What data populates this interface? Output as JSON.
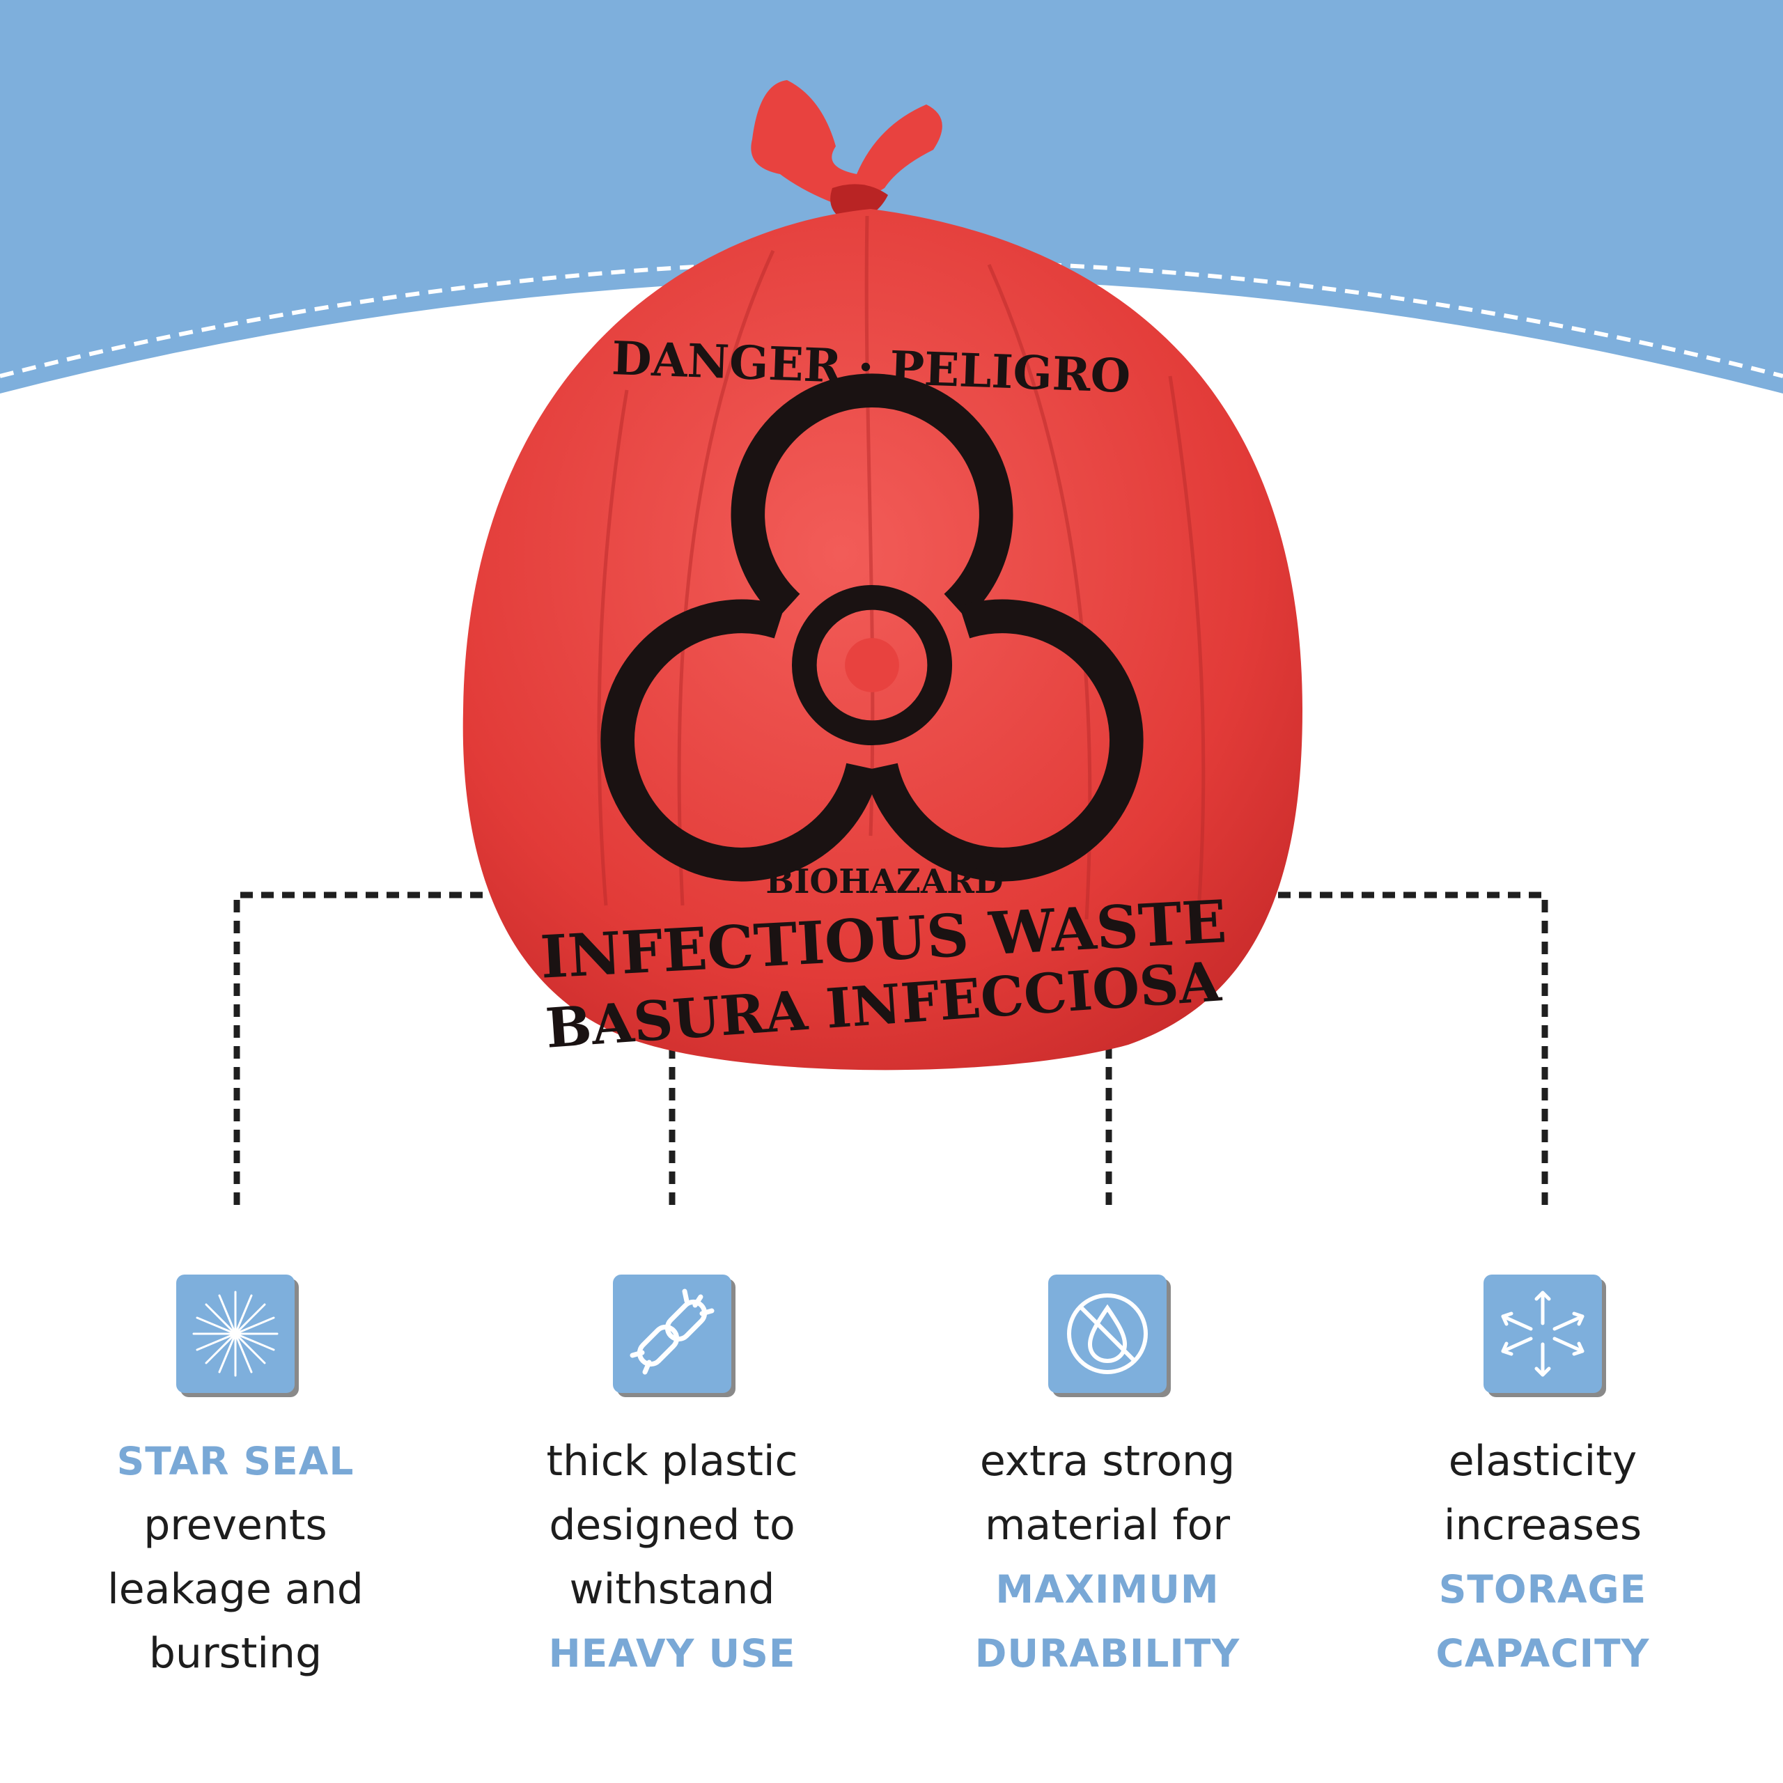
{
  "colors": {
    "sky": "#7eafdc",
    "bag": "#e8423f",
    "accent": "#79a8d6",
    "text": "#1d1d1d"
  },
  "bag": {
    "top_print": "DANGER · PELIGRO",
    "symbol_label": "BIOHAZARD",
    "line_1": "INFECTIOUS WASTE",
    "line_2": "BASURA INFECCIOSA"
  },
  "features": [
    {
      "icon": "star-burst-icon",
      "lines": [
        {
          "text": "STAR SEAL",
          "highlight": true
        },
        {
          "text": "prevents",
          "highlight": false
        },
        {
          "text": "leakage and",
          "highlight": false
        },
        {
          "text": "bursting",
          "highlight": false
        }
      ]
    },
    {
      "icon": "chain-link-icon",
      "lines": [
        {
          "text": "thick plastic",
          "highlight": false
        },
        {
          "text": "designed to",
          "highlight": false
        },
        {
          "text": "withstand",
          "highlight": false
        },
        {
          "text": "HEAVY USE",
          "highlight": true
        }
      ]
    },
    {
      "icon": "no-leak-drop-icon",
      "lines": [
        {
          "text": "extra strong",
          "highlight": false
        },
        {
          "text": "material for",
          "highlight": false
        },
        {
          "text": "MAXIMUM",
          "highlight": true
        },
        {
          "text": "DURABILITY",
          "highlight": true
        }
      ]
    },
    {
      "icon": "expand-arrows-icon",
      "lines": [
        {
          "text": "elasticity",
          "highlight": false
        },
        {
          "text": "increases",
          "highlight": false
        },
        {
          "text": "STORAGE",
          "highlight": true
        },
        {
          "text": "CAPACITY",
          "highlight": true
        }
      ]
    }
  ]
}
